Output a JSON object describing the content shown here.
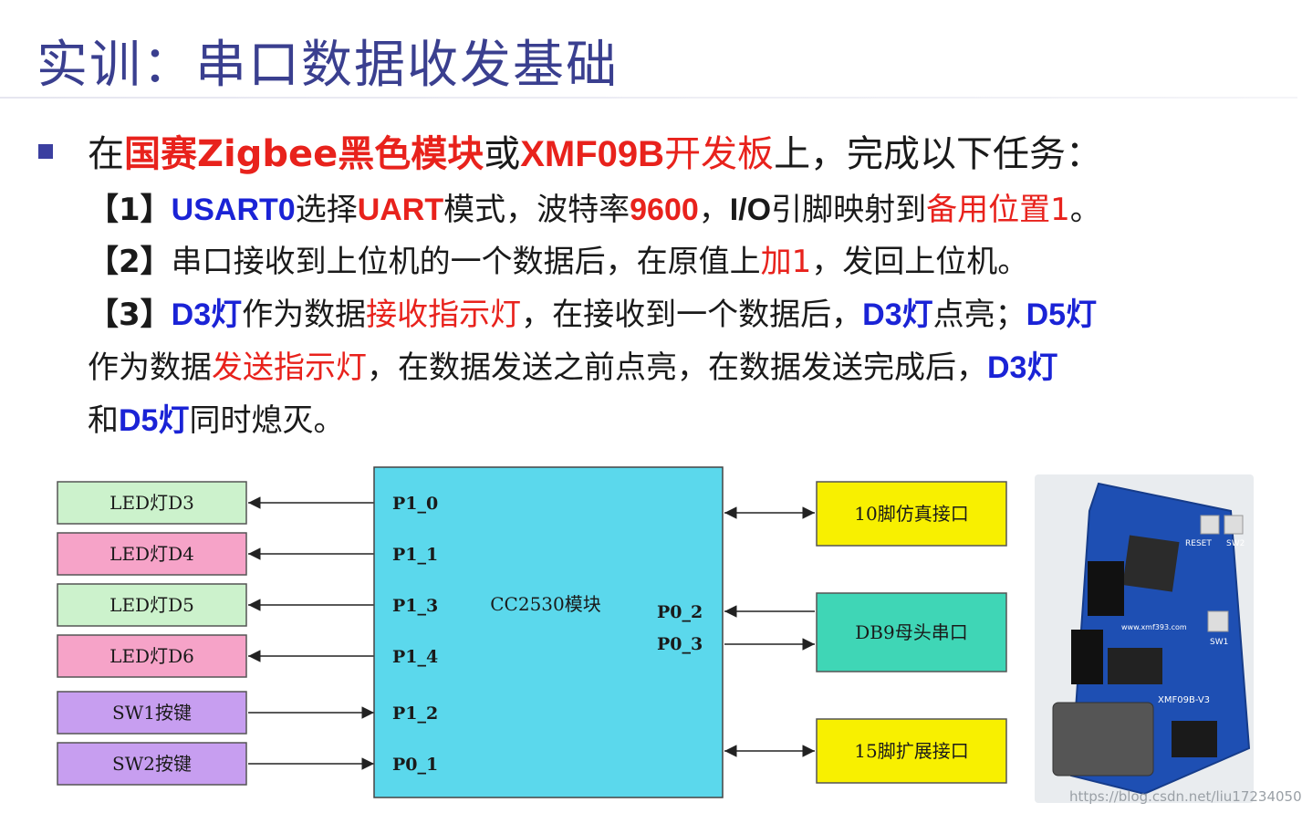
{
  "title": "实训：串口数据收发基础",
  "intro": {
    "p1": "在",
    "r1": "国赛Zigbee黑色模块",
    "p2": "或",
    "r2": "XMF09B",
    "r3": "开发板",
    "p3": "上，完成以下任务："
  },
  "task1": {
    "num": "【1】",
    "usart": "USART0",
    "t1": "选择",
    "uart": "UART",
    "t2": "模式，波特率",
    "baud": "9600",
    "t3": "，",
    "io": "I/O",
    "t4": "引脚映射到",
    "pos": "备用位置1",
    "t5": "。"
  },
  "task2": {
    "num": "【2】",
    "t1": "串口接收到上位机的一个数据后，在原值上",
    "add": "加1",
    "t2": "，发回上位机。"
  },
  "task3": {
    "num": "【3】",
    "d3a": "D3灯",
    "t1": "作为数据",
    "recv": "接收指示灯",
    "t2": "，在接收到一个数据后，",
    "d3b": "D3灯",
    "t3": "点亮；",
    "d5a": "D5灯",
    "t4": "作为数据",
    "send": "发送指示灯",
    "t5": "，在数据发送之前点亮，在数据发送完成后，",
    "d3c": "D3灯",
    "t6": "和",
    "d5b": "D5灯",
    "t7": "同时熄灭。"
  },
  "diagram": {
    "left_boxes": [
      "LED灯D3",
      "LED灯D4",
      "LED灯D5",
      "LED灯D6",
      "SW1按键",
      "SW2按键"
    ],
    "left_colors": [
      "#ccf2cc",
      "#f6a3c8",
      "#ccf2cc",
      "#f6a3c8",
      "#c79ef0",
      "#c79ef0"
    ],
    "left_pins": [
      "P1_0",
      "P1_1",
      "P1_3",
      "P1_4",
      "P1_2",
      "P0_1"
    ],
    "module_label": "CC2530模块",
    "module_color": "#5bd8ec",
    "right_pins": [
      "P0_2",
      "P0_3"
    ],
    "right_boxes": [
      "10脚仿真接口",
      "DB9母头串口",
      "15脚扩展接口"
    ],
    "right_colors": [
      "#f8f000",
      "#3fd6b6",
      "#f8f000"
    ]
  },
  "board": {
    "label1": "RESET",
    "label2": "SW2",
    "label3": "SW1",
    "model": "XMF09B-V3",
    "site": "www.xmf393.com"
  },
  "watermark": "https://blog.csdn.net/liu17234050"
}
